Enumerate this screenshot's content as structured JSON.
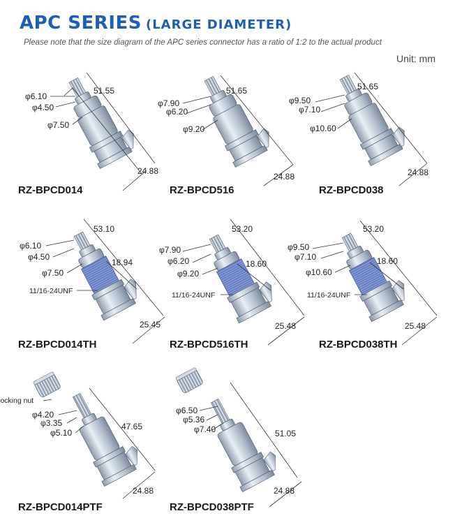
{
  "header": {
    "title": "APC SERIES",
    "subtitle": "(LARGE DIAMETER)",
    "note": "Please note that the size diagram of the APC series connector has a ratio of 1:2 to the actual product",
    "unit": "Unit: mm"
  },
  "colors": {
    "title_blue": "#1e5fb3",
    "body_steel": "#b9c4d2",
    "thread_blue": "#6f86c8"
  },
  "products": [
    {
      "model": "RZ-BPCD014",
      "dims": [
        "φ6.10",
        "φ4.50",
        "φ7.50",
        "51.55",
        "24.88"
      ]
    },
    {
      "model": "RZ-BPCD516",
      "dims": [
        "φ7.90",
        "φ6.20",
        "φ9.20",
        "51.65",
        "24.88"
      ]
    },
    {
      "model": "RZ-BPCD038",
      "dims": [
        "φ9.50",
        "φ7.10",
        "φ10.60",
        "51.65",
        "24.88"
      ]
    },
    {
      "model": "RZ-BPCD014TH",
      "dims": [
        "φ6.10",
        "φ4.50",
        "φ7.50",
        "53.10",
        "18.94",
        "11/16-24UNF",
        "25.45"
      ]
    },
    {
      "model": "RZ-BPCD516TH",
      "dims": [
        "φ7.90",
        "φ6.20",
        "φ9.20",
        "53.20",
        "18.60",
        "11/16-24UNF",
        "25.48"
      ]
    },
    {
      "model": "RZ-BPCD038TH",
      "dims": [
        "φ9.50",
        "φ7.10",
        "φ10.60",
        "53.20",
        "18.60",
        "11/16-24UNF",
        "25.48"
      ]
    },
    {
      "model": "RZ-BPCD014PTF",
      "dims": [
        "locking nut",
        "φ4.20",
        "φ3.35",
        "φ5.10",
        "47.65",
        "24.88"
      ]
    },
    {
      "model": "RZ-BPCD038PTF",
      "dims": [
        "φ6.50",
        "φ5.36",
        "φ7.40",
        "51.05",
        "24.88"
      ]
    }
  ]
}
